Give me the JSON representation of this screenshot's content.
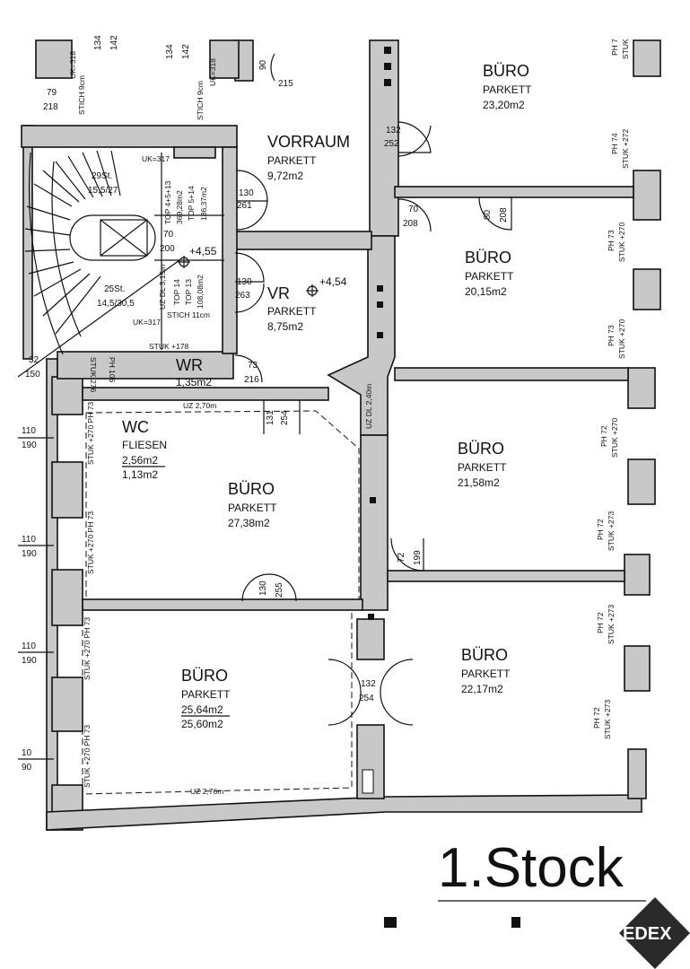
{
  "plan": {
    "floor_title": "1.Stock",
    "logo_text": "EDEX",
    "rooms": {
      "buro_top": {
        "name": "BÜRO",
        "floor": "PARKETT",
        "area": "23,20m2"
      },
      "vorraum": {
        "name": "VORRAUM",
        "floor": "PARKETT",
        "area": "9,72m2"
      },
      "buro_2": {
        "name": "BÜRO",
        "floor": "PARKETT",
        "area": "20,15m2"
      },
      "vr": {
        "name": "VR",
        "floor": "PARKETT",
        "area": "8,75m2"
      },
      "wr": {
        "name": "WR",
        "area": "1,35m2"
      },
      "wc": {
        "name": "WC",
        "floor": "FLIESEN",
        "area": "2,56m2",
        "area2": "1,13m2"
      },
      "buro_3": {
        "name": "BÜRO",
        "floor": "PARKETT",
        "area": "21,58m2"
      },
      "buro_large": {
        "name": "BÜRO",
        "floor": "PARKETT",
        "area": "27,38m2"
      },
      "buro_4": {
        "name": "BÜRO",
        "floor": "PARKETT",
        "area": "22,17m2"
      },
      "buro_5": {
        "name": "BÜRO",
        "floor": "PARKETT",
        "area": "25,64m2",
        "area2": "25,60m2"
      }
    },
    "doors": {
      "d90_215": {
        "w": "90",
        "h": "215"
      },
      "d132_252": {
        "w": "132",
        "h": "252"
      },
      "d130_261": {
        "w": "130",
        "h": "261"
      },
      "d70_208": {
        "w": "70",
        "h": "208"
      },
      "d80_208": {
        "w": "80",
        "h": "208"
      },
      "d130_263": {
        "w": "130",
        "h": "263"
      },
      "d73_216": {
        "w": "73",
        "h": "216"
      },
      "d131_254": {
        "w": "131",
        "h": "254"
      },
      "d72_199": {
        "w": "72",
        "h": "199"
      },
      "d130_255": {
        "w": "130",
        "h": "255"
      },
      "d132_254": {
        "w": "132",
        "h": "254"
      }
    },
    "windows_left": [
      {
        "a": "79",
        "b": "218"
      },
      {
        "a": "32",
        "b": "150"
      },
      {
        "a": "110",
        "b": "190"
      },
      {
        "a": "110",
        "b": "190"
      },
      {
        "a": "110",
        "b": "190"
      },
      {
        "a": "10",
        "b": "90"
      }
    ],
    "top_dims": {
      "a1": "134",
      "a2": "142",
      "b1": "134",
      "b2": "142"
    },
    "stairs": {
      "upper": "29St.",
      "upper_dim": "15,5/27",
      "lower": "25St.",
      "lower_dim": "14,5/30,5",
      "uk_317a": "UK=317",
      "uk_317b": "UK=317",
      "stich": "STICH 11cm"
    },
    "annotations": {
      "uk_318a": "UK=318",
      "uk_318b": "UK=318",
      "stich_9a": "STICH 9cm",
      "stich_9b": "STICH 9cm",
      "top_4_13": "TOP 4+5+13",
      "area_369": "369,28m2",
      "top_5_14": "TOP 5+14",
      "area_186": "186,37m2",
      "top_14": "TOP 14",
      "top_13": "TOP 13",
      "area_108": "108,08m2",
      "uz_dl_315": "UZ DL 3,15m",
      "lvl_455": "+4,55",
      "lvl_454": "+4,54",
      "val_70": "70",
      "val_200": "200",
      "stuk_178": "STUK +178",
      "stuk_276": "STUK 276",
      "ph_106": "PH 106",
      "uz_270": "UZ 2,70m",
      "uz_dl_240": "UZ DL 2,40m",
      "uz_276": "UZ 2,76m",
      "stuk_270_ph73": "STUK +270 PH 73",
      "ph74": "PH 74",
      "stuk272": "STUK +272",
      "ph73": "PH 73",
      "stuk270": "STUK +270",
      "ph72": "PH 72",
      "stuk273": "STUK +273",
      "ph_top": "PH 7",
      "stuk_top": "STUK"
    }
  }
}
